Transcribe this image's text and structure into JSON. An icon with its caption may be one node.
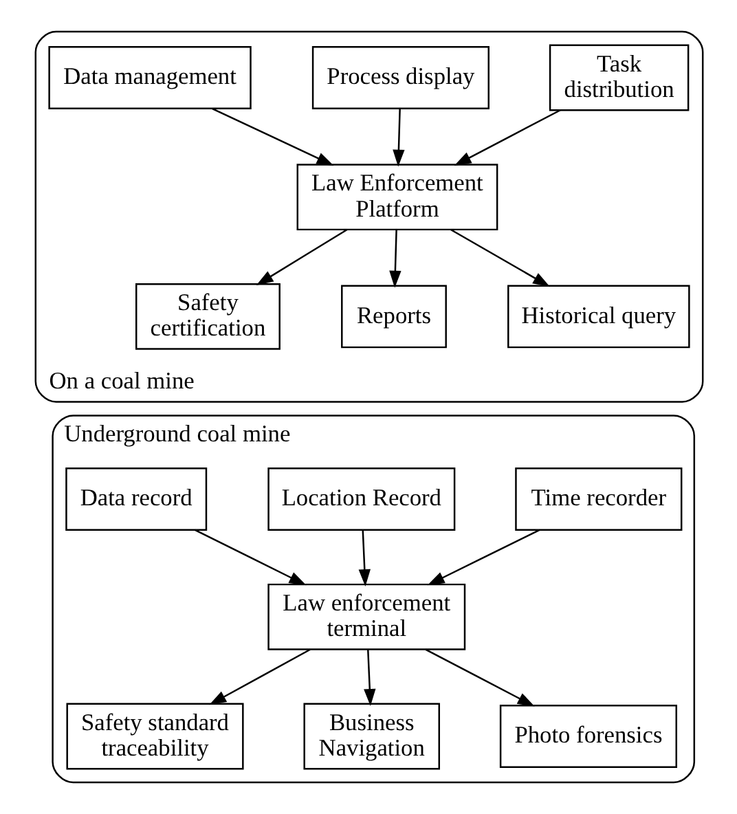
{
  "diagram": {
    "nodes": [
      {
        "text": [
          "On a coal mine"
        ]
      },
      {
        "text": [
          "Task distribution"
        ],
        "in": 0
      },
      {
        "text": [
          "Process display"
        ],
        "in": 0
      },
      {
        "text": [
          "Data management"
        ],
        "in": 0
      },
      {
        "text": [
          "Law Enforcement Platform"
        ],
        "in": 0
      },
      {
        "text": [
          "Safety certification"
        ],
        "in": 0
      },
      {
        "text": [
          "Reports"
        ],
        "in": 0
      },
      {
        "text": [
          "Historical query"
        ],
        "in": 0
      },
      {
        "text": [
          "Underground coal mine"
        ]
      },
      {
        "text": [
          "Time recorder"
        ],
        "in": 8
      },
      {
        "text": [
          "Location Record"
        ],
        "in": 8
      },
      {
        "text": [
          "Data record"
        ],
        "in": 8
      },
      {
        "text": [
          "Law enforcement terminal"
        ],
        "in": 8
      },
      {
        "text": [
          "Safety standard traceability"
        ],
        "in": 8
      },
      {
        "text": [
          "Business Navigation"
        ],
        "in": 8
      },
      {
        "text": [
          "Photo forensics"
        ],
        "in": 8
      }
    ],
    "edges": [
      {
        "from": 1,
        "to": 4,
        "arrow": "to"
      },
      {
        "from": 2,
        "to": 4,
        "arrow": "to"
      },
      {
        "from": 3,
        "to": 4,
        "arrow": "to"
      },
      {
        "from": 4,
        "to": 5,
        "arrow": "to"
      },
      {
        "from": 4,
        "to": 6,
        "arrow": "to"
      },
      {
        "from": 4,
        "to": 7,
        "arrow": "to"
      },
      {
        "from": 9,
        "to": 12,
        "arrow": "to"
      },
      {
        "from": 10,
        "to": 12,
        "arrow": "to"
      },
      {
        "from": 11,
        "to": 12,
        "arrow": "to"
      },
      {
        "from": 12,
        "to": 13,
        "arrow": "to"
      },
      {
        "from": 12,
        "to": 14,
        "arrow": "to"
      },
      {
        "from": 12,
        "to": 15,
        "arrow": "to"
      }
    ]
  }
}
